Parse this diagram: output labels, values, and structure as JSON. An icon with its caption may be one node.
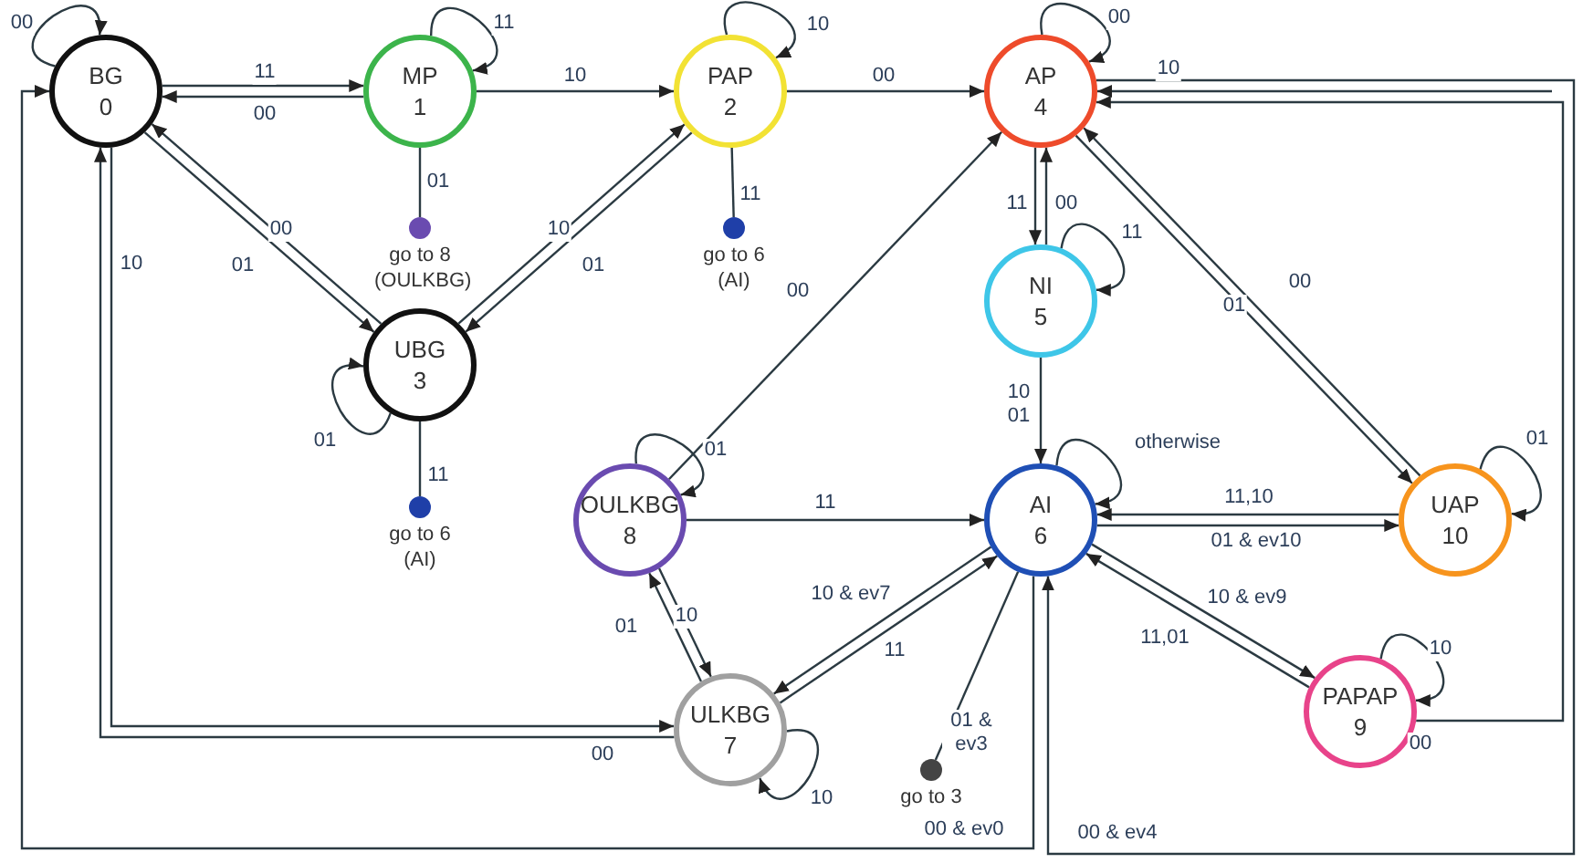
{
  "diagram": {
    "nodes": [
      {
        "text": [
          "BG",
          "0"
        ]
      },
      {
        "text": [
          "MP",
          "1"
        ]
      },
      {
        "text": [
          "PAP",
          "2"
        ]
      },
      {
        "text": [
          "UBG",
          "3"
        ]
      },
      {
        "text": [
          "AP",
          "4"
        ]
      },
      {
        "text": [
          "NI",
          "5"
        ]
      },
      {
        "text": [
          "AI",
          "6"
        ]
      },
      {
        "text": [
          "ULKBG",
          "7"
        ]
      },
      {
        "text": [
          "OULKBG",
          "8"
        ]
      },
      {
        "text": [
          "PAPAP",
          "9"
        ]
      },
      {
        "text": [
          "UAP",
          "10"
        ]
      },
      {
        "text": [],
        "shape": "circle",
        "beside": [
          "go to 8 (OULKBG)"
        ]
      },
      {
        "text": [],
        "shape": "circle",
        "beside": [
          "go to 6 (AI)"
        ]
      },
      {
        "text": [],
        "shape": "circle",
        "beside": [
          "go to 6 (AI)"
        ]
      },
      {
        "text": [],
        "shape": "circle",
        "beside": [
          "go to 3"
        ]
      }
    ],
    "edges": [
      {
        "from": 0,
        "to": 0,
        "label": "00",
        "arrow": "to"
      },
      {
        "from": 1,
        "to": 1,
        "label": "11",
        "arrow": "to"
      },
      {
        "from": 2,
        "to": 2,
        "label": "10",
        "arrow": "to"
      },
      {
        "from": 3,
        "to": 3,
        "label": "01",
        "arrow": "to"
      },
      {
        "from": 4,
        "to": 4,
        "label": "00",
        "arrow": "to"
      },
      {
        "from": 5,
        "to": 5,
        "label": "11",
        "arrow": "to"
      },
      {
        "from": 6,
        "to": 6,
        "label": "otherwise",
        "arrow": "to"
      },
      {
        "from": 7,
        "to": 7,
        "label": "10",
        "arrow": "to"
      },
      {
        "from": 8,
        "to": 8,
        "label": "01",
        "arrow": "to"
      },
      {
        "from": 9,
        "to": 9,
        "label": "10",
        "arrow": "to"
      },
      {
        "from": 10,
        "to": 10,
        "label": "01",
        "arrow": "to"
      },
      {
        "from": 0,
        "to": 1,
        "label": "11",
        "arrow": "to"
      },
      {
        "from": 1,
        "to": 0,
        "label": "00",
        "arrow": "to"
      },
      {
        "from": 1,
        "to": 2,
        "label": "10",
        "arrow": "to"
      },
      {
        "from": 2,
        "to": 4,
        "label": "00",
        "arrow": "to"
      },
      {
        "from": 1,
        "to": 11,
        "label": "01",
        "arrow": "none"
      },
      {
        "from": 2,
        "to": 12,
        "label": "11",
        "arrow": "none"
      },
      {
        "from": 0,
        "to": 3,
        "label": "01",
        "arrow": "to"
      },
      {
        "from": 3,
        "to": 0,
        "label": "00",
        "arrow": "to"
      },
      {
        "from": 3,
        "to": 2,
        "label": "10",
        "arrow": "to"
      },
      {
        "from": 2,
        "to": 3,
        "label": "01",
        "arrow": "to"
      },
      {
        "from": 3,
        "to": 13,
        "label": "11",
        "arrow": "none"
      },
      {
        "from": 8,
        "to": 4,
        "label": "00",
        "arrow": "to"
      },
      {
        "from": 4,
        "to": 5,
        "label": "11",
        "arrow": "to"
      },
      {
        "from": 5,
        "to": 4,
        "label": "00",
        "arrow": "to"
      },
      {
        "from": 5,
        "to": 6,
        "label": "10 01",
        "arrow": "to"
      },
      {
        "from": 0,
        "to": 7,
        "label": "10",
        "arrow": "to"
      },
      {
        "from": 7,
        "to": 0,
        "label": "00",
        "arrow": "to"
      },
      {
        "from": 6,
        "to": 0,
        "label": "00 & ev0",
        "arrow": "to"
      },
      {
        "from": 8,
        "to": 6,
        "label": "11",
        "arrow": "to"
      },
      {
        "from": 6,
        "to": 10,
        "label": "01 & ev10",
        "arrow": "to"
      },
      {
        "from": 10,
        "to": 6,
        "label": "11,10",
        "arrow": "to"
      },
      {
        "from": 6,
        "to": 9,
        "label": "10 & ev9",
        "arrow": "to"
      },
      {
        "from": 9,
        "to": 6,
        "label": "11,01",
        "arrow": "to"
      },
      {
        "from": 6,
        "to": 7,
        "label": "10 & ev7",
        "arrow": "to"
      },
      {
        "from": 7,
        "to": 6,
        "label": "11",
        "arrow": "to"
      },
      {
        "from": 8,
        "to": 7,
        "label": "10",
        "arrow": "to"
      },
      {
        "from": 7,
        "to": 8,
        "label": "01",
        "arrow": "to"
      },
      {
        "from": 6,
        "to": 14,
        "label": "01 & ev3",
        "arrow": "none"
      },
      {
        "from": 4,
        "to": 10,
        "label": "01",
        "arrow": "to"
      },
      {
        "from": 10,
        "to": 4,
        "label": "00",
        "arrow": "to"
      },
      {
        "from": 4,
        "to": 6,
        "label": "00 & ev4",
        "arrow": "to"
      },
      {
        "from": null,
        "to": 4,
        "label": "10",
        "arrow": "to"
      },
      {
        "from": 9,
        "to": 4,
        "label": "00",
        "arrow": "to"
      }
    ]
  }
}
